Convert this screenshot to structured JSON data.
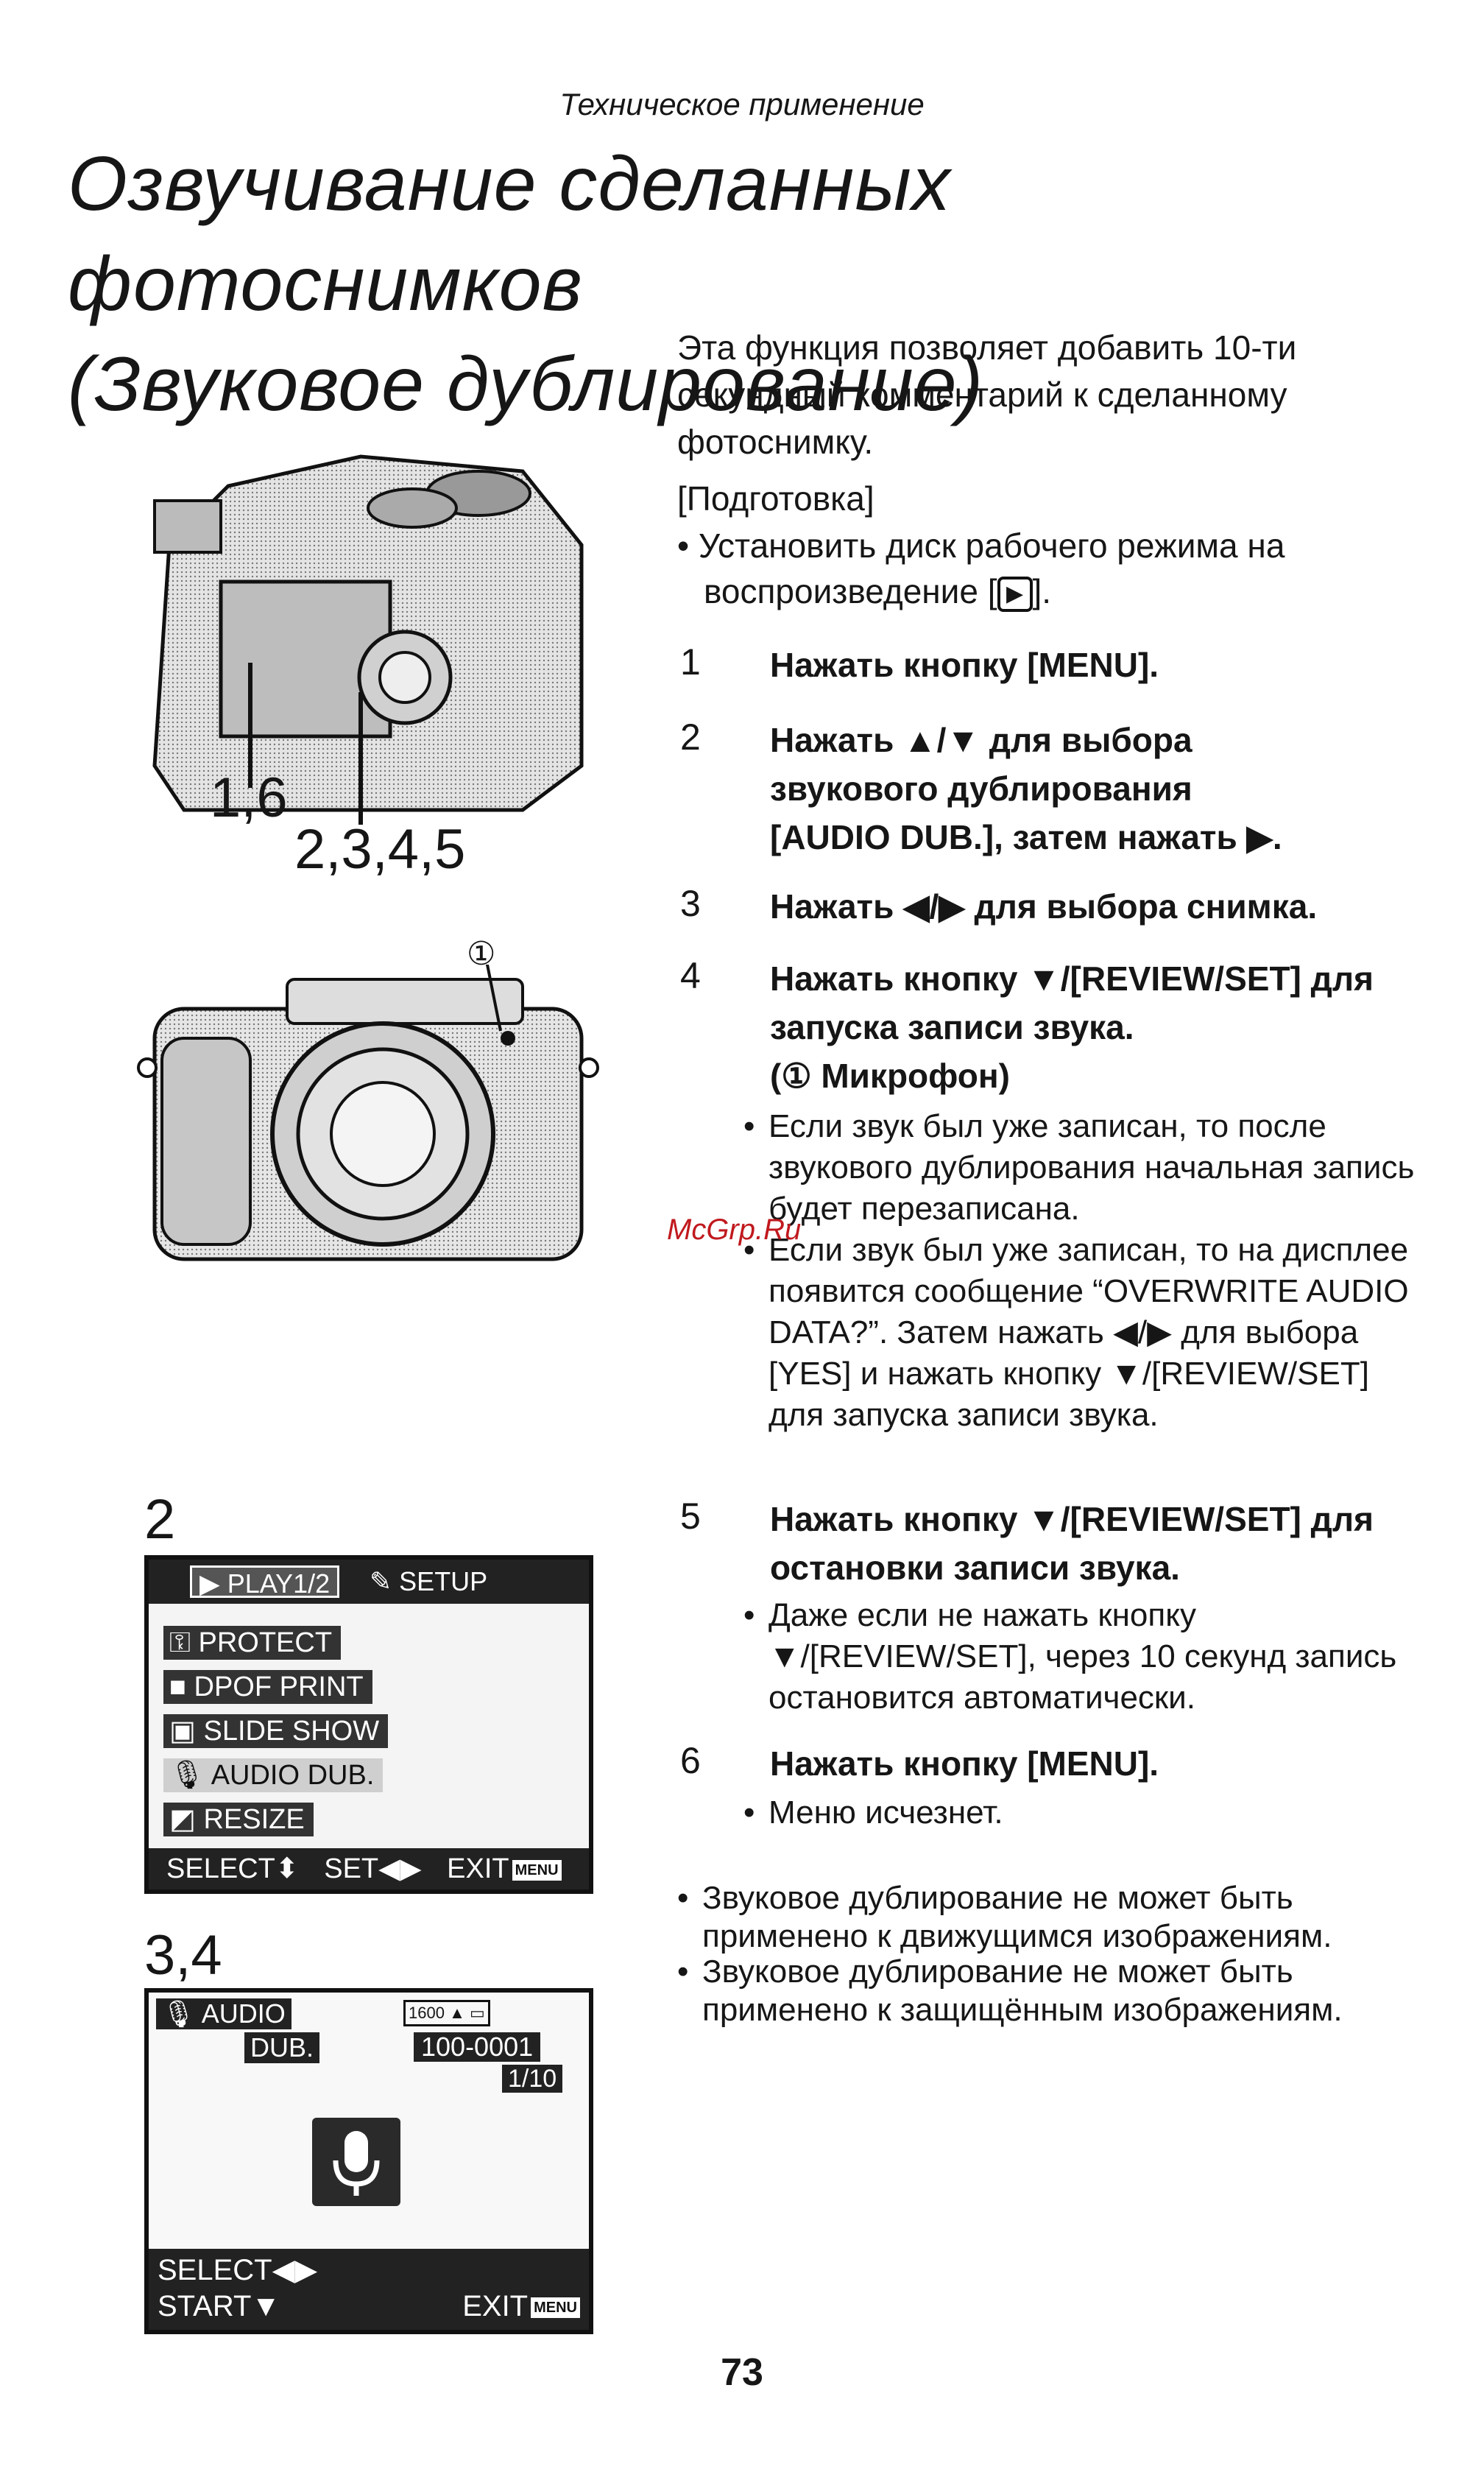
{
  "section_label": "Техническое применение",
  "title": {
    "line1": "Озвучивание сделанных фотоснимков",
    "line2": "(Звуковое дублирование)"
  },
  "intro": "Эта функция позволяет добавить 10-ти секундный комментарий к сделанному фотоснимку.",
  "preparation": {
    "label": "[Подготовка]",
    "bullet_1": "Установить диск рабочего режима на",
    "bullet_2": "воспроизведение [",
    "bullet_end": "]."
  },
  "steps": [
    {
      "num": "1",
      "text": "Нажать кнопку [MENU]."
    },
    {
      "num": "2",
      "text": "Нажать ▲/▼ для выбора звукового дублирования [AUDIO DUB.], затем нажать ▶."
    },
    {
      "num": "3",
      "text": "Нажать ◀/▶ для выбора снимка."
    },
    {
      "num": "4",
      "text": "Нажать кнопку ▼/[REVIEW/SET] для запуска записи звука.",
      "extra": "(① Микрофон)",
      "subs": [
        "Если звук был уже записан, то после звукового дублирования начальная запись будет перезаписана.",
        "Если звук был уже записан, то на дисплее появится сообщение “OVERWRITE AUDIO DATA?”. Затем нажать ◀/▶ для выбора [YES] и нажать кнопку ▼/[REVIEW/SET] для запуска записи звука."
      ]
    },
    {
      "num": "5",
      "text": "Нажать кнопку ▼/[REVIEW/SET] для остановки записи звука.",
      "subs": [
        "Даже если не нажать кнопку ▼/[REVIEW/SET], через 10 секунд запись остановится автоматически."
      ]
    },
    {
      "num": "6",
      "text": "Нажать кнопку [MENU].",
      "subs": [
        "Меню исчезнет."
      ]
    }
  ],
  "notes": [
    "Звуковое дублирование не может быть применено к движущимся изображениям.",
    "Звуковое дублирование не может быть применено к защищённым изображениям."
  ],
  "watermark": "McGrp.Ru",
  "page_number": "73",
  "figures": {
    "camera_top": {
      "callout_a": "1,6",
      "callout_b": "2,3,4,5"
    },
    "camera_front": {
      "callout": "①"
    },
    "menu_screen": {
      "label": "2",
      "tab_play": "PLAY1/2",
      "tab_setup": "SETUP",
      "items": [
        "PROTECT",
        "DPOF PRINT",
        "SLIDE SHOW",
        "AUDIO DUB.",
        "RESIZE"
      ],
      "selected_index": 3,
      "bottom_select": "SELECT",
      "bottom_set": "SET",
      "bottom_exit": "EXIT",
      "menu_badge": "MENU"
    },
    "audio_screen": {
      "label": "3,4",
      "title_1": "AUDIO",
      "title_2": "DUB.",
      "quality": "1600",
      "file_number": "100-0001",
      "counter": "1/10",
      "bottom_select": "SELECT",
      "bottom_start": "START",
      "bottom_exit": "EXIT",
      "menu_badge": "MENU"
    }
  }
}
